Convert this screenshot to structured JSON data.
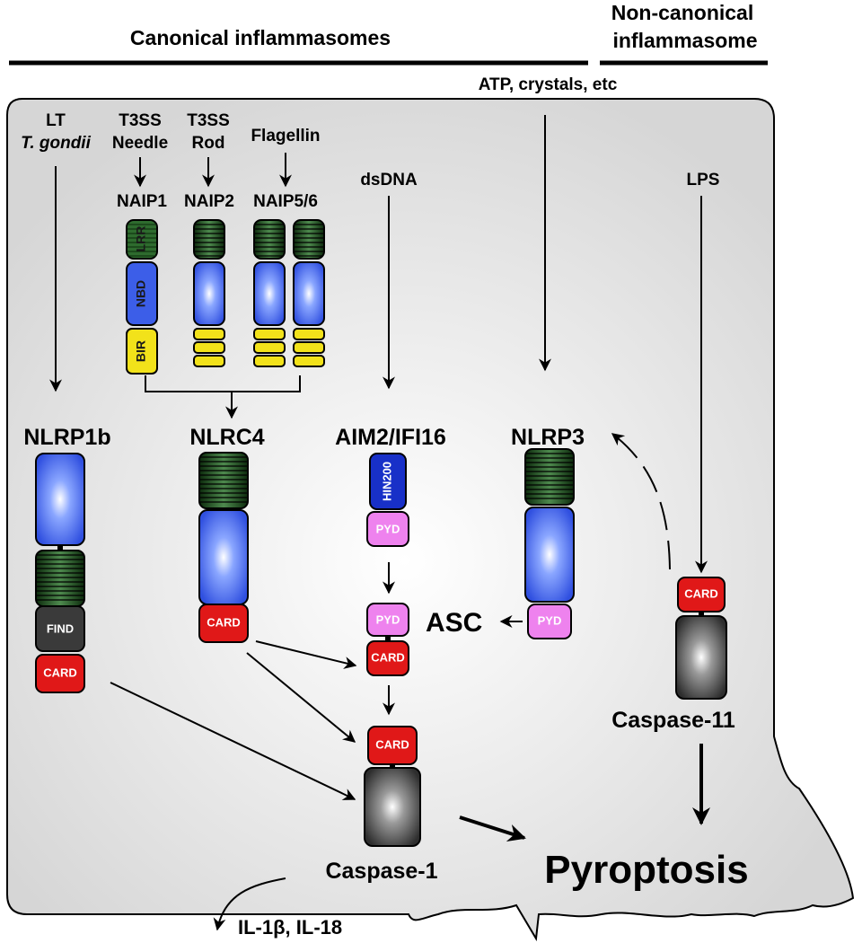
{
  "headers": {
    "canonical": "Canonical inflammasomes",
    "noncanonical_line1": "Non-canonical",
    "noncanonical_line2": "inflammasome"
  },
  "stimuli": {
    "lt": "LT",
    "t_gondii": "T. gondii",
    "t3ss_needle_1": "T3SS",
    "t3ss_needle_2": "Needle",
    "t3ss_rod_1": "T3SS",
    "t3ss_rod_2": "Rod",
    "flagellin": "Flagellin",
    "dsdna": "dsDNA",
    "atp": "ATP, crystals, etc",
    "lps": "LPS"
  },
  "sensors": {
    "naip1": "NAIP1",
    "naip2": "NAIP2",
    "naip56": "NAIP5/6",
    "nlrp1b": "NLRP1b",
    "nlrc4": "NLRC4",
    "aim2": "AIM2/IFI16",
    "nlrp3": "NLRP3"
  },
  "domains": {
    "lrr": "LRR",
    "nbd": "NBD",
    "bir": "BIR",
    "hin200": "HIN200",
    "pyd": "PYD",
    "card": "CARD",
    "find": "FIND"
  },
  "outputs": {
    "asc": "ASC",
    "caspase1": "Caspase-1",
    "caspase11": "Caspase-11",
    "pyroptosis": "Pyroptosis",
    "cytokines": "IL-1β, IL-18"
  },
  "colors": {
    "nbd_blue": "#3c5ee8",
    "lrr_green": "#2e6b2e",
    "bir_yellow": "#f2e21a",
    "card_red": "#e01818",
    "pyd_pink": "#ee82ee",
    "find_gray": "#3a3a3a",
    "hin_blue": "#1830c8",
    "cell_gray": "#dcdcdc"
  }
}
